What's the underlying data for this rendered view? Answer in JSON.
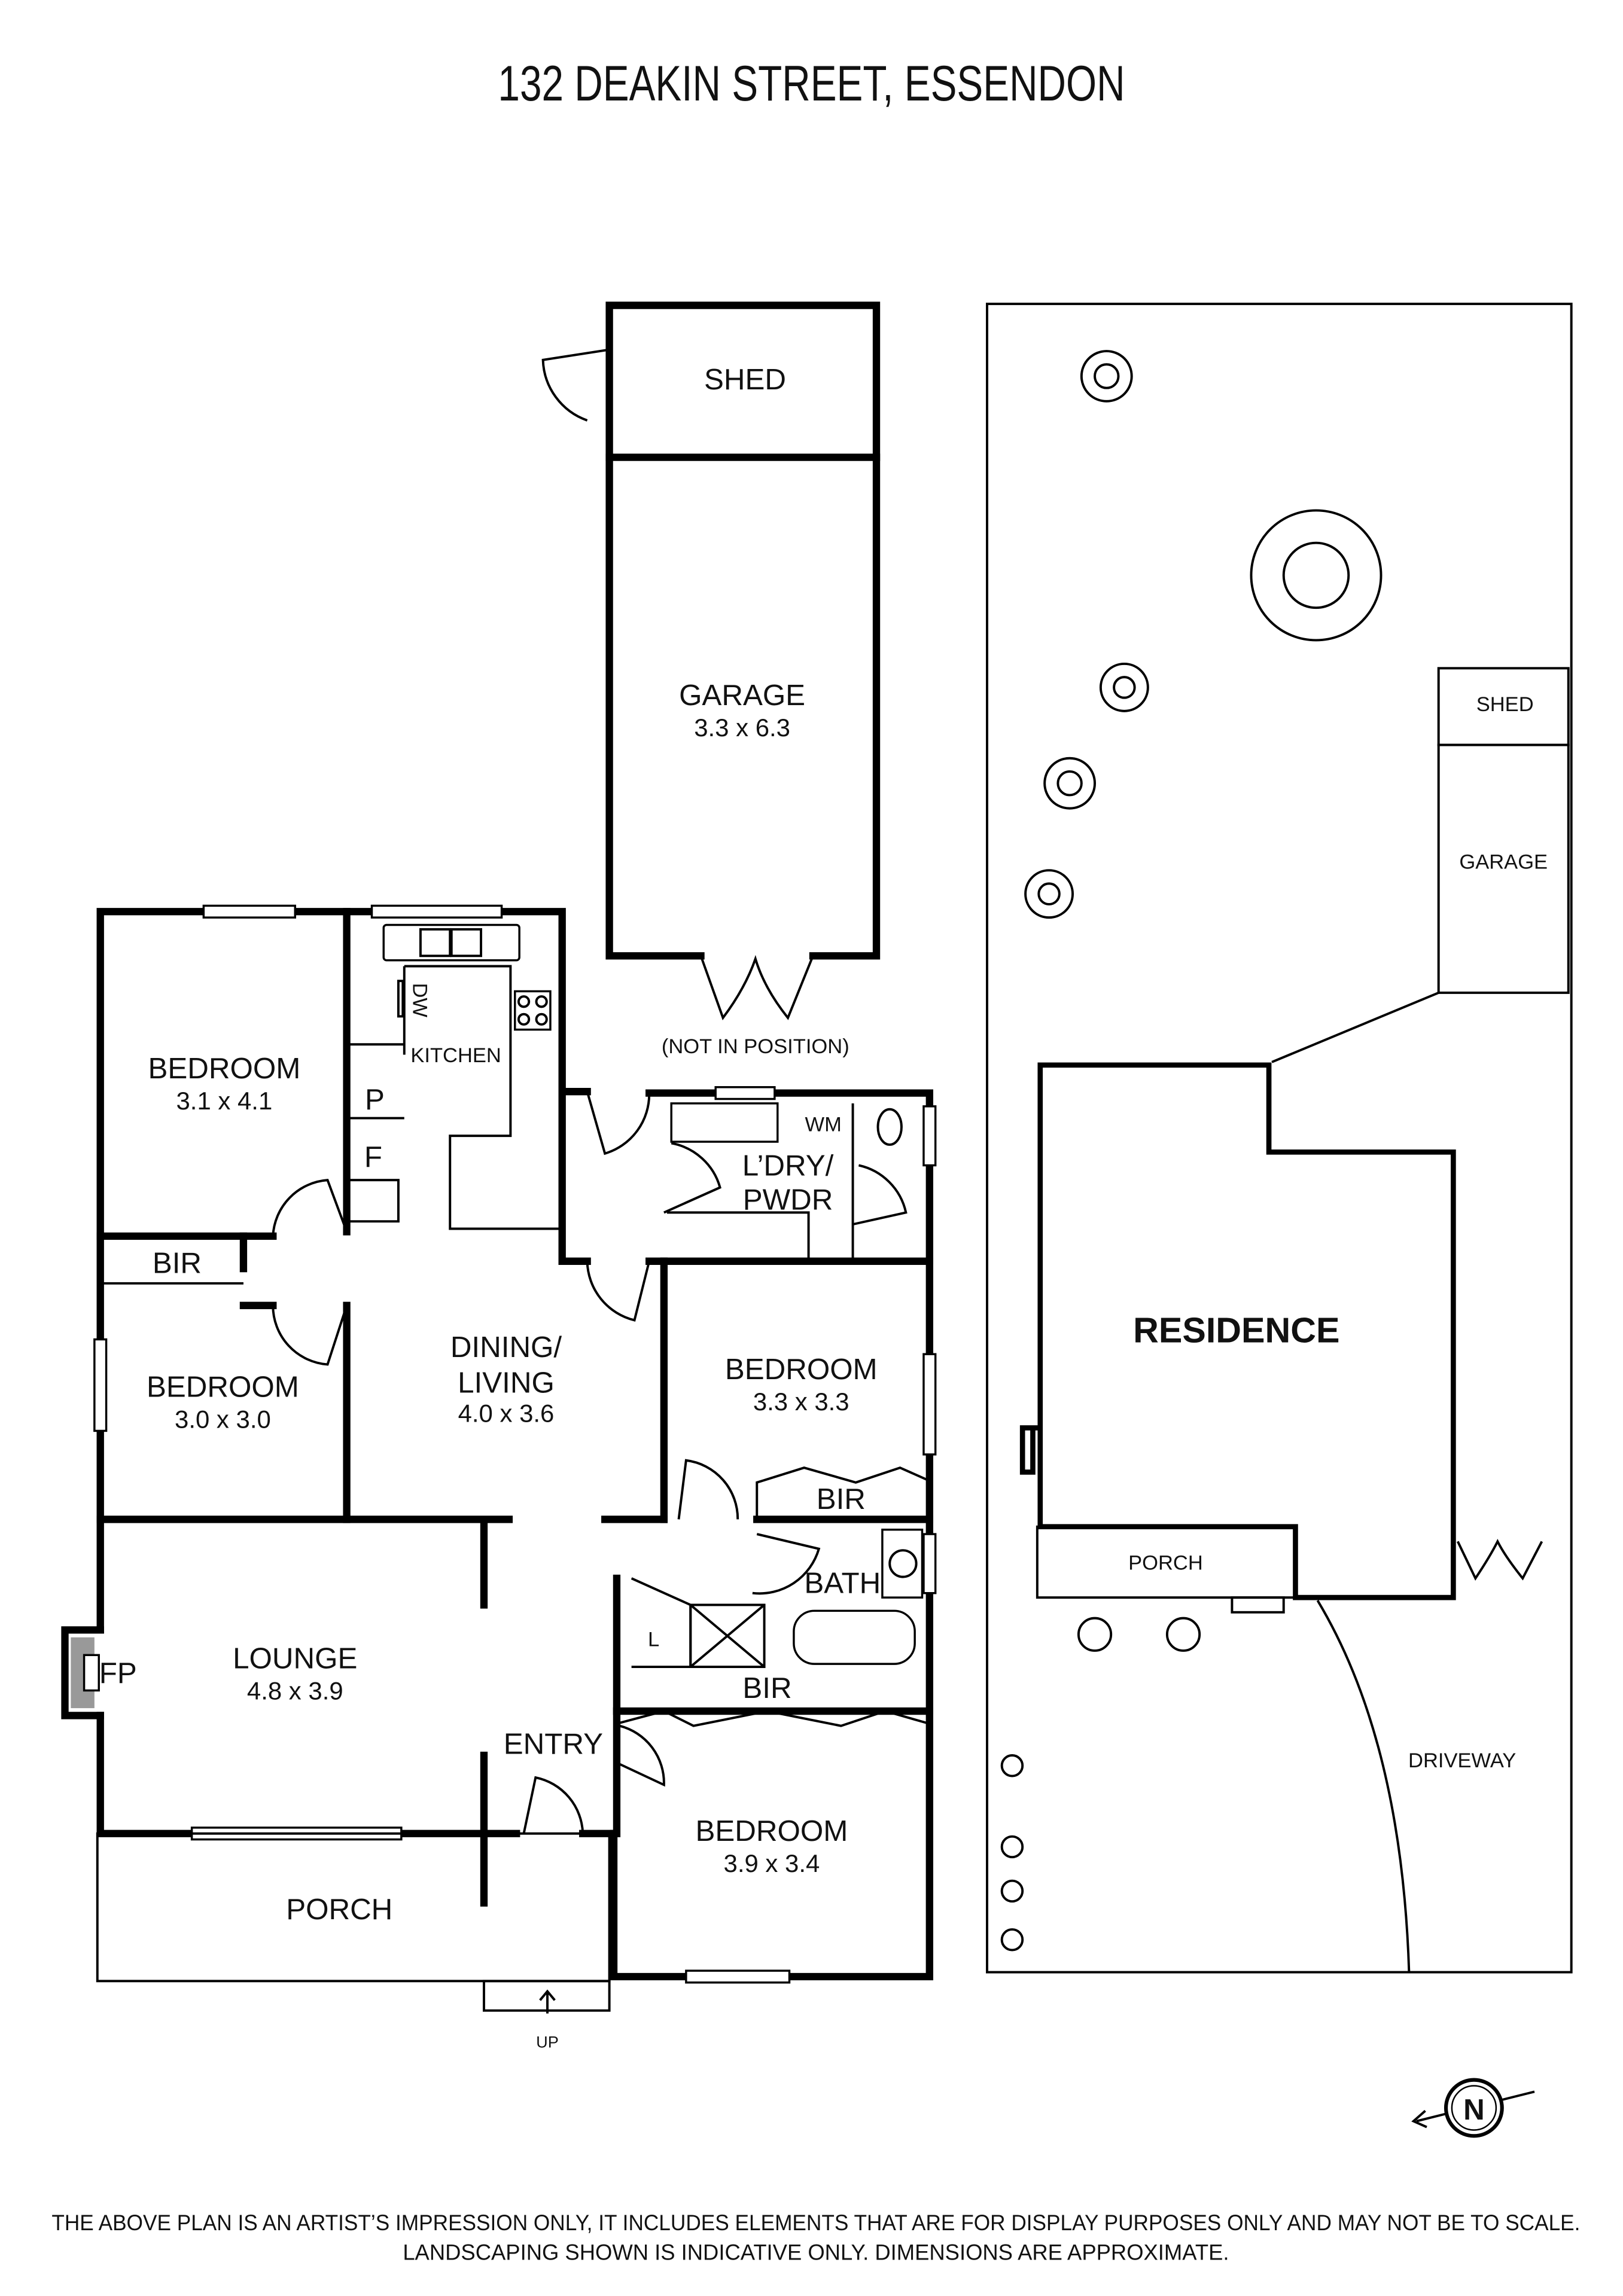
{
  "title": "132 DEAKIN STREET, ESSENDON",
  "rooms": {
    "shed": {
      "label": "SHED"
    },
    "garage": {
      "label": "GARAGE",
      "dims": "3.3 x 6.3"
    },
    "garage_note": "(NOT IN POSITION)",
    "bedroom1": {
      "label": "BEDROOM",
      "dims": "3.1 x 4.1"
    },
    "kitchen": {
      "label": "KITCHEN",
      "dw": "DW",
      "pantry": "P",
      "fridge": "F"
    },
    "bir1": "BIR",
    "bedroom2": {
      "label": "BEDROOM",
      "dims": "3.0 x 3.0"
    },
    "dining": {
      "label1": "DINING/",
      "label2": "LIVING",
      "dims": "4.0 x 3.6"
    },
    "laundry": {
      "label1": "L’DRY/",
      "label2": "PWDR",
      "wm": "WM"
    },
    "bedroom3": {
      "label": "BEDROOM",
      "dims": "3.3 x 3.3"
    },
    "bir2": "BIR",
    "bath": {
      "label": "BATH",
      "linen": "L"
    },
    "bir3": "BIR",
    "lounge": {
      "label": "LOUNGE",
      "dims": "4.8 x 3.9",
      "fp": "FP"
    },
    "entry": "ENTRY",
    "bedroom4": {
      "label": "BEDROOM",
      "dims": "3.9 x 3.4"
    },
    "porch": "PORCH",
    "up": "UP"
  },
  "site": {
    "shed": "SHED",
    "garage": "GARAGE",
    "residence": "RESIDENCE",
    "porch": "PORCH",
    "driveway": "DRIVEWAY"
  },
  "compass": "N",
  "disclaimer": {
    "line1": "THE ABOVE PLAN IS AN ARTIST’S IMPRESSION ONLY, IT INCLUDES ELEMENTS THAT ARE FOR DISPLAY PURPOSES ONLY AND MAY NOT BE TO SCALE.",
    "line2": "LANDSCAPING SHOWN IS INDICATIVE ONLY. DIMENSIONS ARE APPROXIMATE."
  }
}
